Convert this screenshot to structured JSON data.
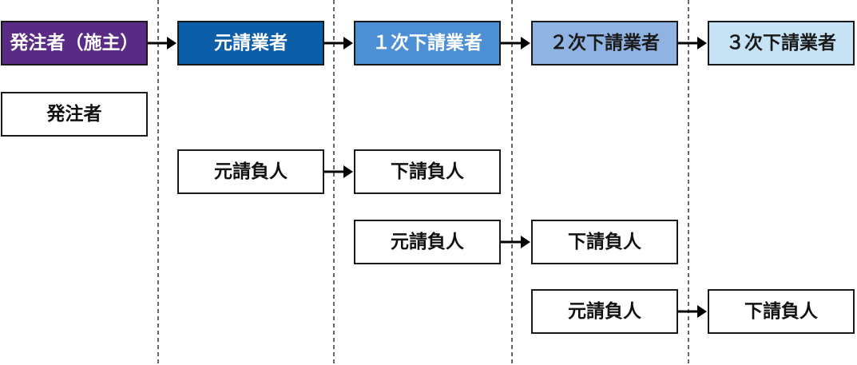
{
  "tiers": [
    {
      "label": "発注者（施主）",
      "fill": "#5a2b85",
      "text_color": "#ffffff"
    },
    {
      "label": "元請業者",
      "fill": "#0b5ea7",
      "text_color": "#ffffff"
    },
    {
      "label": "１次下請業者",
      "fill": "#4d8fd5",
      "text_color": "#ffffff"
    },
    {
      "label": "２次下請業者",
      "fill": "#8fb3e2",
      "text_color": "#1a1a1a"
    },
    {
      "label": "３次下請業者",
      "fill": "#c6e3f6",
      "text_color": "#1a1a1a"
    }
  ],
  "roles": {
    "orderer": "発注者",
    "contracts": [
      {
        "prime_contractor": "元請負人",
        "subcontractor": "下請負人"
      },
      {
        "prime_contractor": "元請負人",
        "subcontractor": "下請負人"
      },
      {
        "prime_contractor": "元請負人",
        "subcontractor": "下請負人"
      }
    ]
  }
}
